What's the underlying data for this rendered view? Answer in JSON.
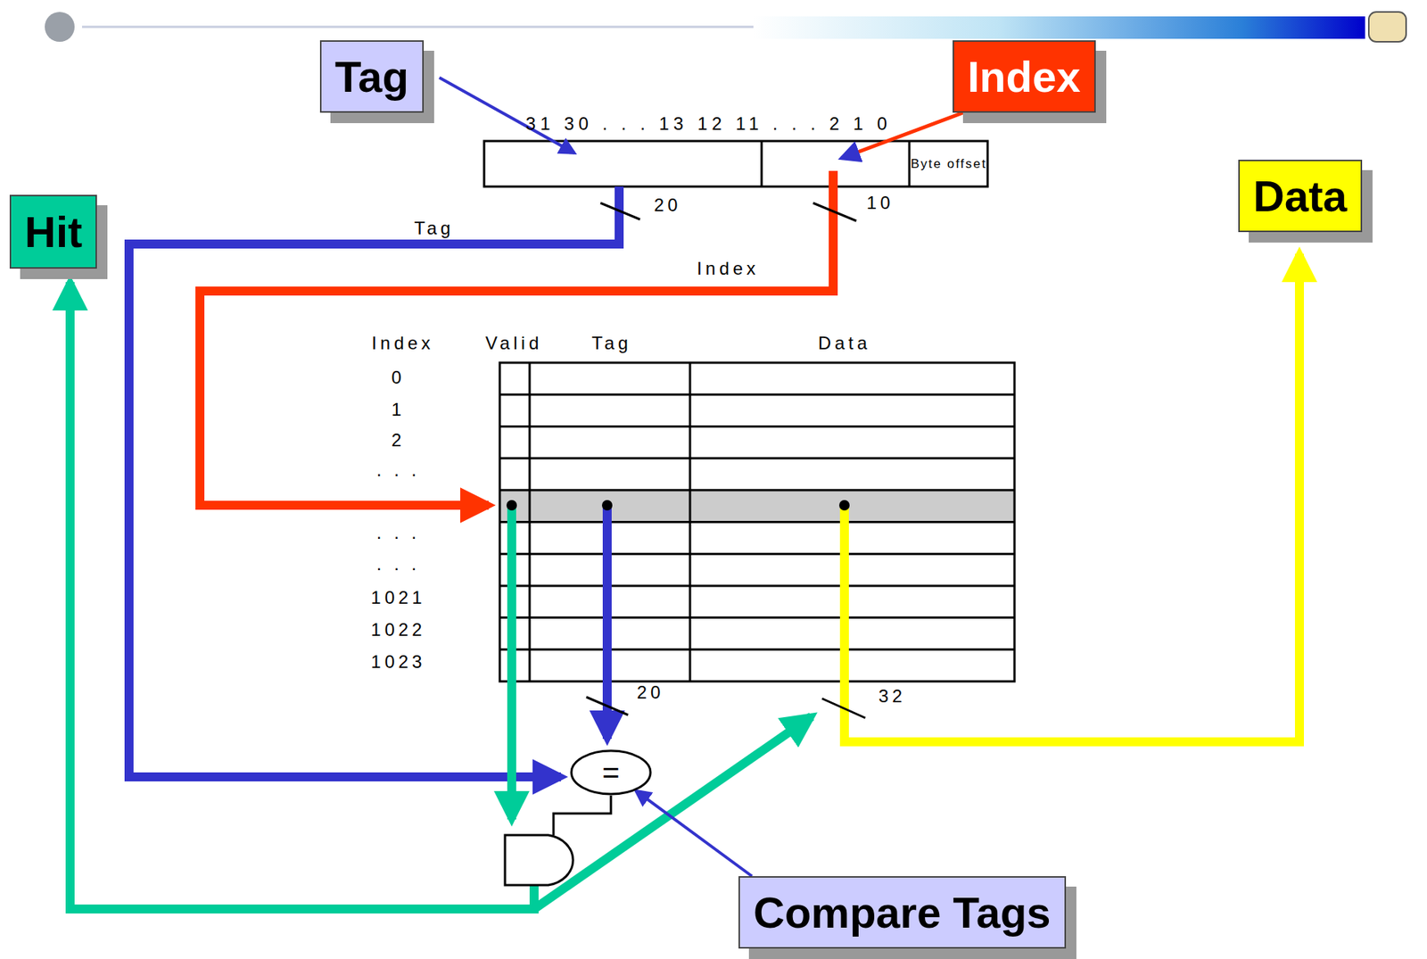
{
  "diagram": {
    "nodes": [
      {
        "text": [
          "Tag"
        ]
      },
      {
        "text": [
          "Index"
        ]
      },
      {
        "text": [
          "Byte offset"
        ]
      },
      {
        "text": [
          "Data"
        ]
      },
      {
        "text": [
          "Hit"
        ]
      },
      {
        "text": [
          "="
        ]
      },
      {
        "text": [
          "Compare Tags"
        ]
      }
    ],
    "edges": [
      {
        "from": 6,
        "to": 5,
        "arrow": "to"
      }
    ],
    "labels": [
      "31 30 . . . 13 12 11 . . . 2 1 0",
      "20",
      "10",
      "Tag",
      "Index",
      "Index",
      "Valid",
      "Tag",
      "Data",
      "0",
      "1",
      "2",
      ". . .",
      ". . .",
      ". . .",
      "1021",
      "1022",
      "1023",
      "20",
      "32"
    ]
  }
}
